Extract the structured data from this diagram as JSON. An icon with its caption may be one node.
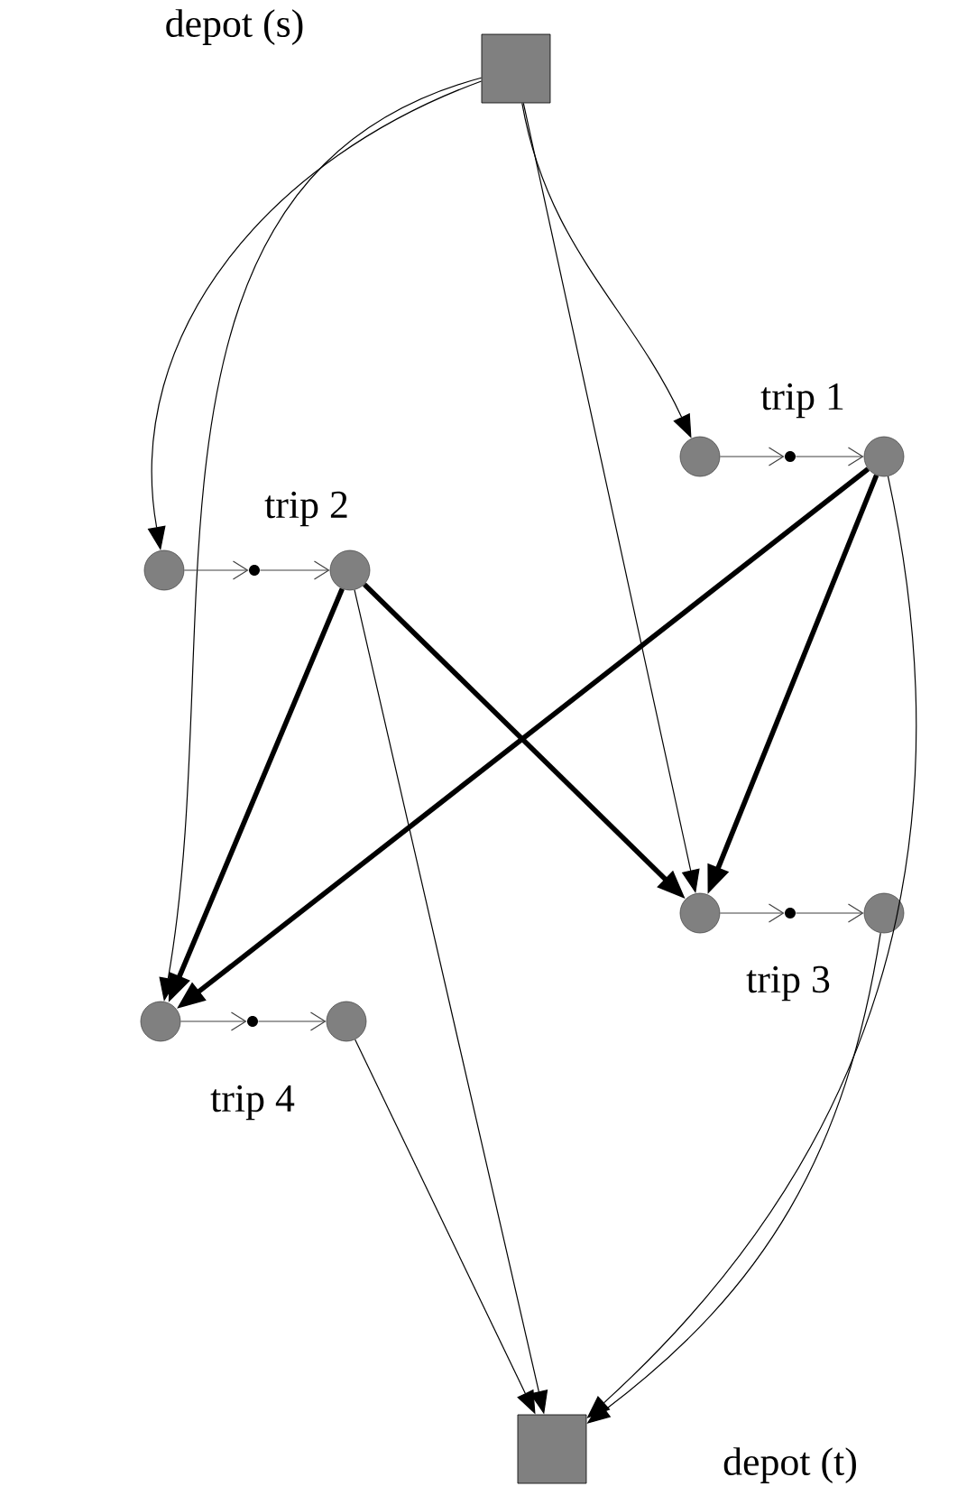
{
  "diagram": {
    "nodes": [
      {
        "text": [
          "depot (s)"
        ]
      },
      {
        "text": [],
        "shape": "circle",
        "beside": [
          "trip 1"
        ]
      },
      {
        "text": [],
        "shape": "dot"
      },
      {
        "text": [],
        "shape": "circle"
      },
      {
        "text": [],
        "shape": "circle"
      },
      {
        "text": [],
        "shape": "dot"
      },
      {
        "text": [],
        "shape": "circle",
        "beside": [
          "trip 2"
        ]
      },
      {
        "text": [],
        "shape": "circle",
        "beside": [
          "trip 3"
        ]
      },
      {
        "text": [],
        "shape": "dot"
      },
      {
        "text": [],
        "shape": "circle"
      },
      {
        "text": [],
        "shape": "circle",
        "beside": [
          "trip 4"
        ]
      },
      {
        "text": [],
        "shape": "dot"
      },
      {
        "text": [],
        "shape": "circle"
      },
      {
        "text": [
          "depot (t)"
        ]
      }
    ],
    "edges": [
      {
        "from": 0,
        "to": 1,
        "arrow": "to"
      },
      {
        "from": 0,
        "to": 4,
        "arrow": "to"
      },
      {
        "from": 0,
        "to": 7,
        "arrow": "to"
      },
      {
        "from": 0,
        "to": 10,
        "arrow": "to"
      },
      {
        "from": 1,
        "to": 2,
        "arrow": "to"
      },
      {
        "from": 2,
        "to": 3,
        "arrow": "to"
      },
      {
        "from": 4,
        "to": 5,
        "arrow": "to"
      },
      {
        "from": 5,
        "to": 6,
        "arrow": "to"
      },
      {
        "from": 7,
        "to": 8,
        "arrow": "to"
      },
      {
        "from": 8,
        "to": 9,
        "arrow": "to"
      },
      {
        "from": 10,
        "to": 11,
        "arrow": "to"
      },
      {
        "from": 11,
        "to": 12,
        "arrow": "to"
      },
      {
        "from": 3,
        "to": 7,
        "arrow": "to",
        "style": "thick"
      },
      {
        "from": 3,
        "to": 10,
        "arrow": "to",
        "style": "thick"
      },
      {
        "from": 6,
        "to": 10,
        "arrow": "to",
        "style": "thick"
      },
      {
        "from": 6,
        "to": 7,
        "arrow": "to",
        "style": "thick"
      },
      {
        "from": 3,
        "to": 13,
        "arrow": "to"
      },
      {
        "from": 6,
        "to": 13,
        "arrow": "to"
      },
      {
        "from": 9,
        "to": 13,
        "arrow": "to"
      },
      {
        "from": 12,
        "to": 13,
        "arrow": "to"
      }
    ]
  }
}
